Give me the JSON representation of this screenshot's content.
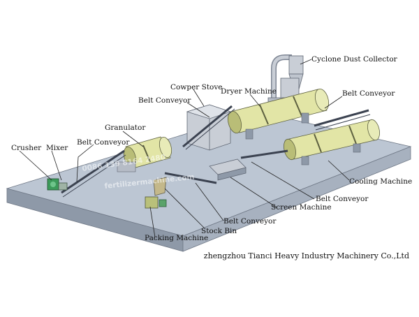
{
  "colors": {
    "platform_top": "#bcc6d3",
    "platform_front": "#8e99a8",
    "platform_side": "#a7b1bf",
    "drum": "#e2e5a6",
    "drum_dark": "#b9bd77",
    "steel": "#c9ced6",
    "steel_dark": "#7d8593",
    "green_machine": "#3c9a5a"
  },
  "labels": {
    "cyclone": "Cyclone Dust Collector",
    "cowper": "Cowper Stove",
    "dryer": "Dryer Machine",
    "belt_top_left": "Belt Conveyor",
    "belt_top_right": "Belt Conveyor",
    "granulator": "Granulator",
    "belt_left": "Belt Conveyor",
    "crusher": "Crusher",
    "mixer": "Mixer",
    "cooling": "Cooling Machine",
    "belt_right_bottom": "Belt Conveyor",
    "screen": "Screen Machine",
    "belt_bottom": "Belt Conveyor",
    "stock_bin": "Stock Bin",
    "packing": "Packing Machine"
  },
  "caption": "zhengzhou Tianci Heavy Industry Machinery Co.,Ltd",
  "watermark": {
    "phone": "0086 139 8164 2480",
    "site": "fertilizermachine.com"
  }
}
